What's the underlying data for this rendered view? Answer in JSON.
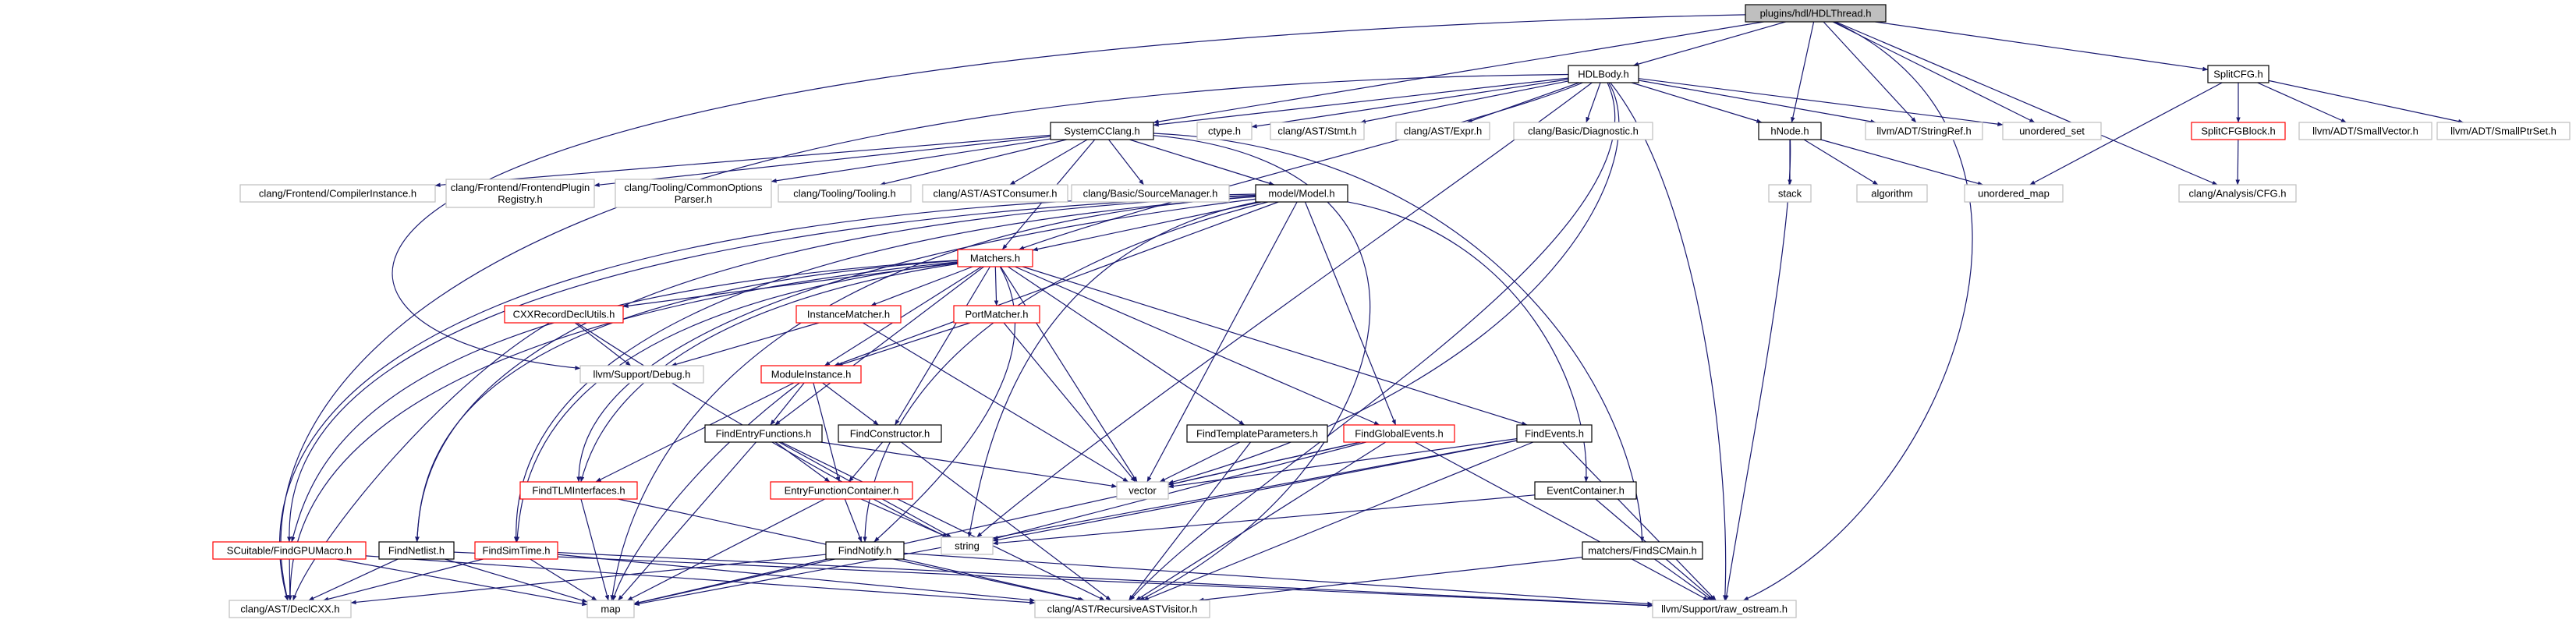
{
  "diagram": {
    "type": "include-dependency-graph",
    "colors": {
      "edge": "#191970",
      "root_fill": "#bfbfbf",
      "node_fill": "#ffffff",
      "project_border": "#000000",
      "external_border": "#bfbfbf",
      "incomplete_border": "#ff0000"
    },
    "nodes": [
      {
        "id": "hdlthread",
        "label": "plugins/hdl/HDLThread.h",
        "style": "root"
      },
      {
        "id": "hdlbody",
        "label": "HDLBody.h",
        "style": "project"
      },
      {
        "id": "splitcfg",
        "label": "SplitCFG.h",
        "style": "project"
      },
      {
        "id": "systemcclang",
        "label": "SystemCClang.h",
        "style": "project"
      },
      {
        "id": "ctype",
        "label": "ctype.h",
        "style": "external"
      },
      {
        "id": "aststmt",
        "label": "clang/AST/Stmt.h",
        "style": "external"
      },
      {
        "id": "astexpr",
        "label": "clang/AST/Expr.h",
        "style": "external"
      },
      {
        "id": "basicdiag",
        "label": "clang/Basic/Diagnostic.h",
        "style": "external"
      },
      {
        "id": "hnode",
        "label": "hNode.h",
        "style": "project"
      },
      {
        "id": "stringref",
        "label": "llvm/ADT/StringRef.h",
        "style": "external"
      },
      {
        "id": "unorderedset",
        "label": "unordered_set",
        "style": "external"
      },
      {
        "id": "splitcfgblock",
        "label": "SplitCFGBlock.h",
        "style": "incomplete"
      },
      {
        "id": "smallvector",
        "label": "llvm/ADT/SmallVector.h",
        "style": "external"
      },
      {
        "id": "smallptrset",
        "label": "llvm/ADT/SmallPtrSet.h",
        "style": "external"
      },
      {
        "id": "compilerinstance",
        "label": "clang/Frontend/CompilerInstance.h",
        "style": "external"
      },
      {
        "id": "frontendplugin",
        "label": [
          "clang/Frontend/FrontendPlugin",
          "Registry.h"
        ],
        "style": "external"
      },
      {
        "id": "commonoptions",
        "label": [
          "clang/Tooling/CommonOptions",
          "Parser.h"
        ],
        "style": "external"
      },
      {
        "id": "tooling",
        "label": "clang/Tooling/Tooling.h",
        "style": "external"
      },
      {
        "id": "astconsumer",
        "label": "clang/AST/ASTConsumer.h",
        "style": "external"
      },
      {
        "id": "sourcemanager",
        "label": "clang/Basic/SourceManager.h",
        "style": "external"
      },
      {
        "id": "model",
        "label": "model/Model.h",
        "style": "project"
      },
      {
        "id": "stack",
        "label": "stack",
        "style": "external"
      },
      {
        "id": "algorithm",
        "label": "algorithm",
        "style": "external"
      },
      {
        "id": "unorderedmap",
        "label": "unordered_map",
        "style": "external"
      },
      {
        "id": "analysiscfg",
        "label": "clang/Analysis/CFG.h",
        "style": "external"
      },
      {
        "id": "matchers",
        "label": "Matchers.h",
        "style": "incomplete"
      },
      {
        "id": "cxxrecorddeclutils",
        "label": "CXXRecordDeclUtils.h",
        "style": "incomplete"
      },
      {
        "id": "instancematcher",
        "label": "InstanceMatcher.h",
        "style": "incomplete"
      },
      {
        "id": "portmatcher",
        "label": "PortMatcher.h",
        "style": "incomplete"
      },
      {
        "id": "llvmdebug",
        "label": "llvm/Support/Debug.h",
        "style": "external"
      },
      {
        "id": "moduleinstance",
        "label": "ModuleInstance.h",
        "style": "incomplete"
      },
      {
        "id": "findentryfunctions",
        "label": "FindEntryFunctions.h",
        "style": "project"
      },
      {
        "id": "findconstructor",
        "label": "FindConstructor.h",
        "style": "project"
      },
      {
        "id": "findtemplateparameters",
        "label": "FindTemplateParameters.h",
        "style": "project"
      },
      {
        "id": "findglobalevents",
        "label": "FindGlobalEvents.h",
        "style": "incomplete"
      },
      {
        "id": "findevents",
        "label": "FindEvents.h",
        "style": "project"
      },
      {
        "id": "vector",
        "label": "vector",
        "style": "external"
      },
      {
        "id": "findtlminterfaces",
        "label": "FindTLMInterfaces.h",
        "style": "incomplete"
      },
      {
        "id": "entryfunctioncontainer",
        "label": "EntryFunctionContainer.h",
        "style": "incomplete"
      },
      {
        "id": "eventcontainer",
        "label": "EventContainer.h",
        "style": "project"
      },
      {
        "id": "string",
        "label": "string",
        "style": "external"
      },
      {
        "id": "scuitable",
        "label": "SCuitable/FindGPUMacro.h",
        "style": "incomplete"
      },
      {
        "id": "findnetlist",
        "label": "FindNetlist.h",
        "style": "project"
      },
      {
        "id": "findsimtime",
        "label": "FindSimTime.h",
        "style": "incomplete"
      },
      {
        "id": "findnotify",
        "label": "FindNotify.h",
        "style": "project"
      },
      {
        "id": "findscmain",
        "label": "matchers/FindSCMain.h",
        "style": "project"
      },
      {
        "id": "astdeclcxx",
        "label": "clang/AST/DeclCXX.h",
        "style": "external"
      },
      {
        "id": "map",
        "label": "map",
        "style": "external"
      },
      {
        "id": "recursiveastvisitor",
        "label": "clang/AST/RecursiveASTVisitor.h",
        "style": "external"
      },
      {
        "id": "rawostream",
        "label": "llvm/Support/raw_ostream.h",
        "style": "external"
      }
    ]
  }
}
